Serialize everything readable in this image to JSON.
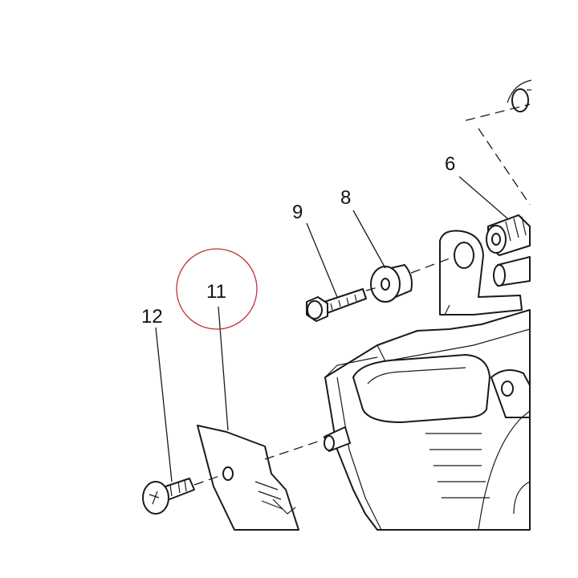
{
  "diagram": {
    "callouts": {
      "part_6": "6",
      "part_8": "8",
      "part_9": "9",
      "part_11": "11",
      "part_12": "12"
    },
    "highlight_color": "#c0303a",
    "line_color": "#1a1a1a"
  }
}
